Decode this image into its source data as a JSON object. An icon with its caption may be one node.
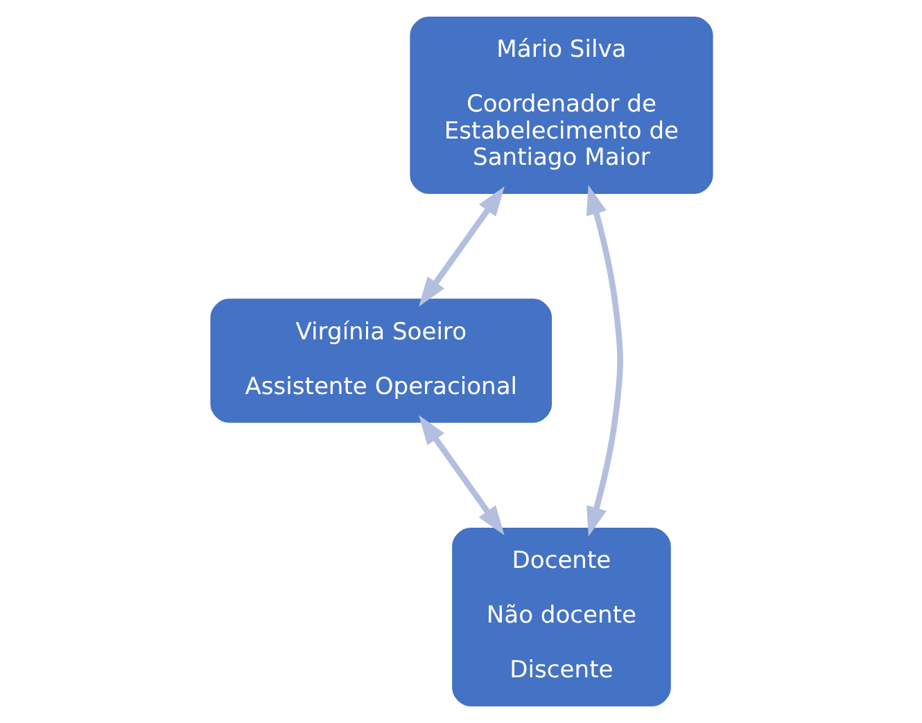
{
  "diagram": {
    "nodes": [
      {
        "text": [
          "Mário Silva",
          "Coordenador de Estabelecimento de Santiago Maior"
        ]
      },
      {
        "text": [
          "Virgínia Soeiro",
          "Assistente Operacional"
        ]
      },
      {
        "text": [
          "Docente",
          "Não docente",
          "Discente"
        ]
      }
    ],
    "edges": [
      {
        "from": 0,
        "to": 1,
        "arrow": "both"
      },
      {
        "from": 0,
        "to": 2,
        "arrow": "both"
      },
      {
        "from": 1,
        "to": 2,
        "arrow": "both"
      }
    ]
  }
}
